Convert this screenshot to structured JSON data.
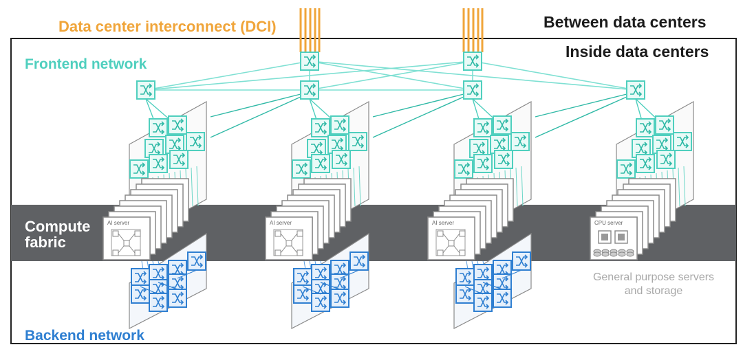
{
  "labels": {
    "dci": "Data center interconnect (DCI)",
    "between": "Between data centers",
    "inside": "Inside data centers",
    "frontend": "Frontend network",
    "compute_line1": "Compute",
    "compute_line2": "fabric",
    "backend": "Backend network",
    "general_purpose": "General purpose servers and storage"
  },
  "server_labels": [
    "AI server",
    "AI server",
    "AI server",
    "CPU server"
  ],
  "colors": {
    "dci": "#f0a53a",
    "frontend": "#4fcfbe",
    "backend": "#2f7fd1",
    "compute_band": "#5f6164",
    "text_dark": "#1b1b1b",
    "muted": "#a8a8a8"
  },
  "icons": {
    "switch": "switch-icon",
    "server_board": "ai-server-board-icon",
    "cpu_server": "cpu-server-icon"
  }
}
